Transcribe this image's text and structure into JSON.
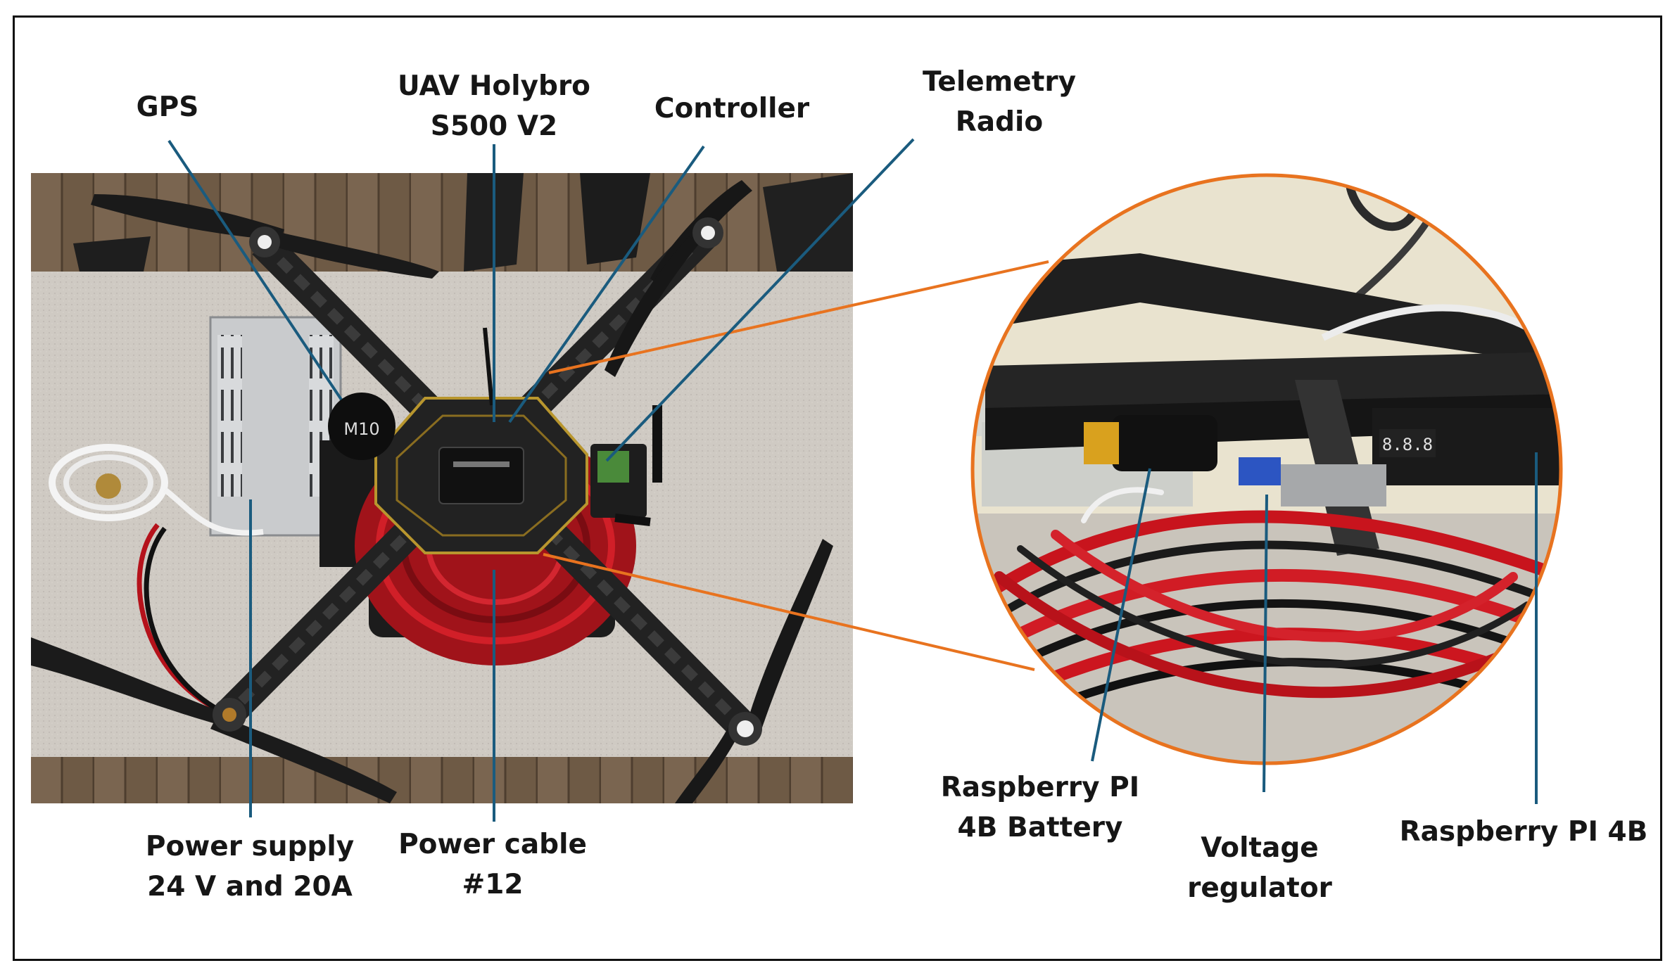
{
  "colors": {
    "leader": "#1a5b7e",
    "callout": "#e8731f",
    "frame": "#111111"
  },
  "labels": {
    "gps": "GPS",
    "uav": "UAV Holybro\nS500 V2",
    "controller": "Controller",
    "telemetry": "Telemetry\nRadio",
    "power_supply": "Power supply\n24 V and 20A",
    "power_cable": "Power cable\n#12",
    "rpi_battery": "Raspberry PI\n4B Battery",
    "voltage_regulator": "Voltage\nregulator",
    "rpi": "Raspberry PI 4B"
  },
  "images": {
    "drone": "drone-top-view-photo",
    "zoom": "zoomed-detail-photo"
  }
}
